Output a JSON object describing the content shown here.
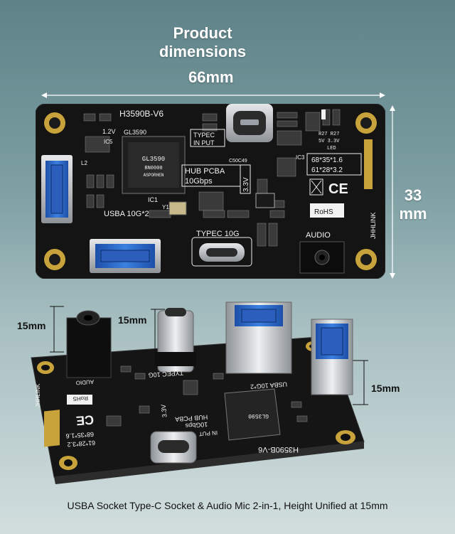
{
  "heading": {
    "line1": "Product",
    "line2": "dimensions"
  },
  "dimensions": {
    "width": "66mm",
    "height_value": "33",
    "height_unit": "mm"
  },
  "height_labels": {
    "audio": "15mm",
    "typec": "15mm",
    "usb": "15mm"
  },
  "pcb_top": {
    "model": "H3590B-V6",
    "chip_name": "GL3590",
    "chip_ref": "IC1",
    "chip_marking": [
      "GL3590",
      "BN0000",
      "ASPORHEN"
    ],
    "cap_1v2": "1.2V",
    "ic5": "IC5",
    "ic3": "IC3",
    "l2": "L2",
    "hub_line1": "HUB PCBA",
    "hub_line2": "10Gbps",
    "voltage_33": "3.3V",
    "usba_label": "USBA 10G*2",
    "typec_in_line1": "TYPEC",
    "typec_in_line2": "IN PUT",
    "typec_10g": "TYPEC 10G",
    "dims_line1": "68*35*1.6",
    "dims_line2": "61*28*3.2",
    "rohs": "RoHS",
    "audio": "AUDIO",
    "brand": "JHHLINK",
    "led_row1": "R27  R27",
    "led_row2": "5V   3.3V",
    "led_row3": "LED",
    "y1": "Y1",
    "c50": "C50C49"
  },
  "pcb_bottom": {
    "model": "H3590B-V6",
    "typec_10g": "TYPEC 10G",
    "usba_label": "USBA 10G*2",
    "hub_line1": "HUB PCBA",
    "hub_line2": "10Gbps",
    "voltage_33": "3.3V",
    "dims_line1": "68*35*1.6",
    "dims_line2": "61*28*3.2",
    "brand": "JHHLINK",
    "audio": "AUDIO",
    "rohs": "RoHS",
    "typec_in": "IN PUT",
    "chip_name": "GL3590"
  },
  "caption": "USBA Socket Type-C Socket & Audio Mic 2-in-1, Height Unified at 15mm",
  "colors": {
    "pcb": "#141414",
    "pad_gold": "#c8a23a",
    "usb_blue": "#2f6fd0",
    "metal": "#c9ccd0"
  }
}
